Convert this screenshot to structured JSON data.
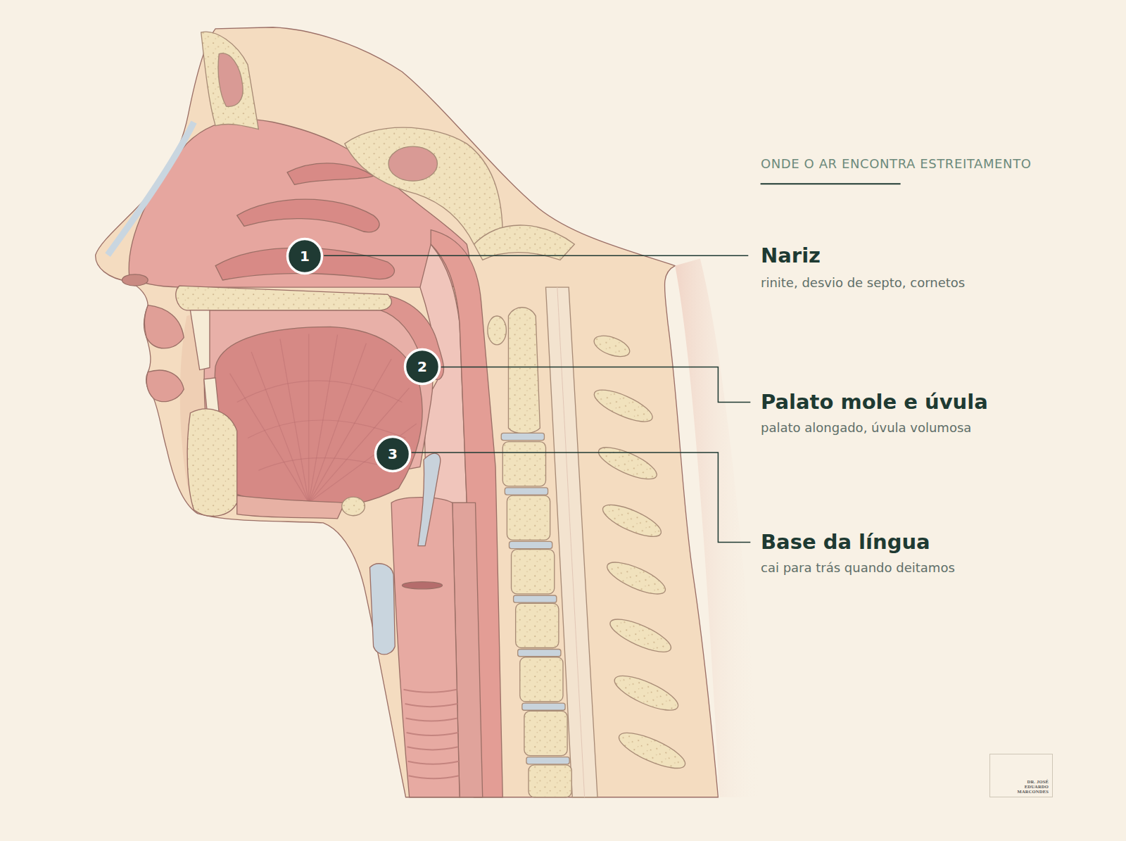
{
  "diagram": {
    "title": "ONDE O AR ENCONTRA ESTREITAMENTO",
    "nodes": [
      {
        "text": [
          "1"
        ]
      },
      {
        "text": [
          "2"
        ]
      },
      {
        "text": [
          "3"
        ]
      },
      {
        "text": [
          "DR. JOSÉ EDUARDO MARCONDES"
        ]
      }
    ],
    "labels": [
      "Nariz",
      "rinite, desvio de septo, cornetos",
      "Palato mole e úvula",
      "palato alongado, úvula volumosa",
      "Base da língua",
      "cai para trás quando deitamos"
    ]
  }
}
